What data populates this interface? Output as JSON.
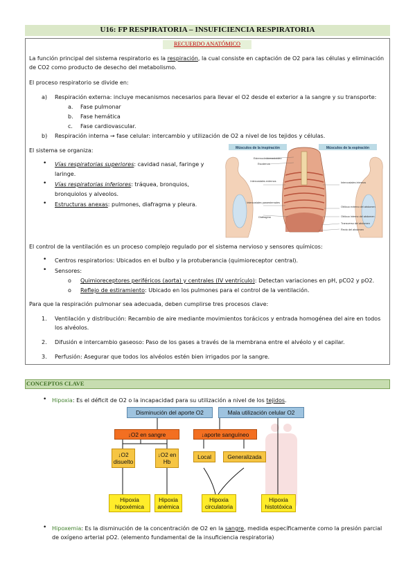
{
  "title": "U16: FP RESPIRATORIA – INSUFICIENCIA RESPIRATORIA",
  "recuerdo": "RECUERDO ANATÓMICO",
  "intro": {
    "a": "La función principal del sistema respiratorio es la ",
    "b": "respiración",
    "c": ", la cual consiste en captación de O2 para las células y eliminación",
    "d": "de CO2 como producto de desecho del metabolismo."
  },
  "proceso": "El proceso respiratorio se divide en:",
  "resp_ext": {
    "marker": "a)",
    "text": "Respiración externa: incluye mecanismos necesarios para llevar el O2 desde el exterior a la sangre y su transporte:"
  },
  "fases": [
    {
      "marker": "a.",
      "text": "Fase pulmonar"
    },
    {
      "marker": "b.",
      "text": "Fase hemática"
    },
    {
      "marker": "c.",
      "text": "Fase cardiovascular."
    }
  ],
  "resp_int": {
    "marker": "b)",
    "text": "Respiración interna → fase celular: intercambio y utilización de O2 a nivel de los tejidos y células."
  },
  "sistema": "El sistema se organiza:",
  "organiza": {
    "vias_sup_label": "Vías respiratorias superiores",
    "vias_sup_text": ": cavidad nasal, faringe y",
    "vias_sup_text2": "laringe.",
    "vias_inf_label": "Vías respiratorias inferiores",
    "vias_inf_text": ": tráquea, bronquios,",
    "vias_inf_text2": "bronquiolos y alveolos.",
    "anexas_label": "Estructuras anexas",
    "anexas_text": ": pulmones, diafragma y pleura."
  },
  "figure_labels": {
    "insp": "Músculos de la inspiración",
    "esp": "Músculos de la espiración",
    "l1": "Esternocleidomastoideo",
    "l2": "Escalenos",
    "l3": "Intercostales externos",
    "l4": "Intercostales paraesternales",
    "l5": "Diafragma",
    "l6": "Intercostales internos",
    "l7": "Oblicuo externo del abdomen",
    "l8": "Oblicuo interno del abdomen",
    "l9": "Transverso del abdomen",
    "l10": "Recto del abdomen"
  },
  "control": "El control de la ventilación es un proceso complejo regulado por el sistema nervioso y sensores químicos:",
  "centros": "Centros respiratorios: Ubicados en el bulbo y la protuberancia (quimioreceptor central).",
  "sensores": "Sensores:",
  "quimio_label": "Quimioreceptores periféricos (aorta) y centrales (IV ventrículo)",
  "quimio_text": ": Detectan variaciones en pH, pCO2 y pO2.",
  "reflejo_label": "Reflejo de estiramiento",
  "reflejo_text": ": Ubicado en los pulmones para el control de la ventilación.",
  "para_que": "Para que la respiración pulmonar sea adecuada, deben cumplirse tres procesos clave:",
  "procesos": [
    {
      "marker": "1.",
      "line1": "Ventilación y distribución: Recambio de aire mediante movimientos torácicos y entrada homogénea del aire en todos",
      "line2": "los alvéolos."
    },
    {
      "marker": "2.",
      "line1": "Difusión e intercambio gaseoso: Paso de los gases a través de la membrana entre el alvéolo y el capilar."
    },
    {
      "marker": "3.",
      "line1": "Perfusión: Asegurar que todos los alvéolos estén bien irrigados por la sangre."
    }
  ],
  "conceptos": "CONCEPTOS CLAVE",
  "hipoxia": {
    "label": "Hipoxia",
    "text": ": Es el déficit de O2 o la incapacidad para su utilización a nivel de los ",
    "tejidos": "tejidos",
    "end": "."
  },
  "diagram": {
    "disminucion": "Disminución del aporte O2",
    "mala": "Mala utilización celular O2",
    "o2sangre": "↓O2 en sangre",
    "aporte": "↓aporte sanguíneo",
    "disuelto1": "↓O2",
    "disuelto2": "disuelto",
    "hb1": "↓O2 en",
    "hb2": "Hb",
    "local": "Local",
    "generalizada": "Generalizada",
    "h1a": "Hipoxia",
    "h1b": "hipoxémica",
    "h2a": "Hipoxia",
    "h2b": "anémica",
    "h3a": "Hipoxia",
    "h3b": "circulatoria",
    "h4a": "Hipoxia",
    "h4b": "histotóxica"
  },
  "hipoxemia": {
    "label": "Hipoxemia",
    "a": ": Es la disminución de la concentración de O2 en la ",
    "sangre": "sangre",
    "b": ", medida específicamente como la presión parcial",
    "line2": "de oxígeno arterial pO2. (elemento fundamental de la insuficiencia respiratoria)"
  },
  "colors": {
    "title_bg": "#dbe8c8",
    "recuerdo": "#c00000",
    "accent_green": "#3f7f2a",
    "orange": "#f36f21",
    "yellow": "#f6c543",
    "light_yellow": "#ffec2a",
    "blue": "#9ec3df"
  }
}
